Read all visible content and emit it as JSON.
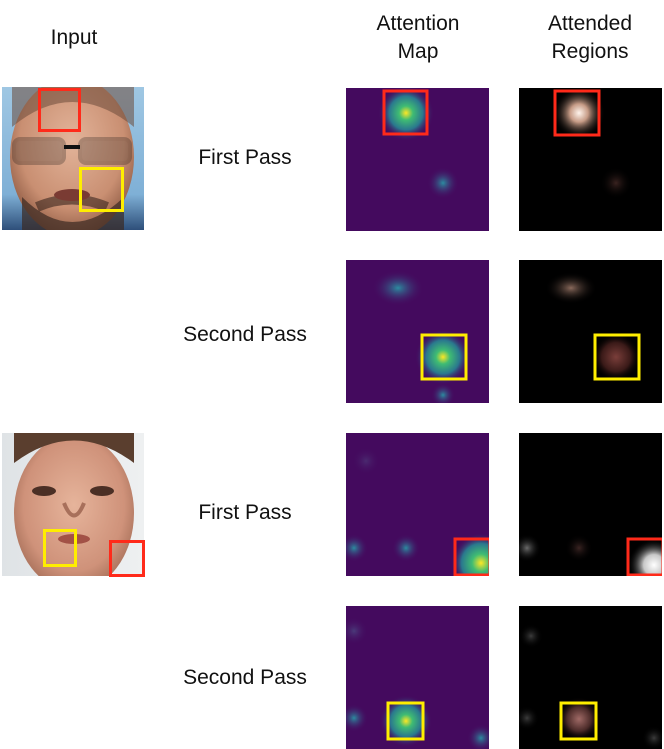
{
  "headers": {
    "input": "Input",
    "attention_map": [
      "Attention",
      "Map"
    ],
    "attended_regions": [
      "Attended",
      "Regions"
    ]
  },
  "rows": [
    {
      "label": "First Pass"
    },
    {
      "label": "Second Pass"
    },
    {
      "label": "First Pass"
    },
    {
      "label": "Second Pass"
    }
  ],
  "colors": {
    "attention_background": "#440a5e",
    "box_red": "#ff2a1a",
    "box_yellow": "#ffee00",
    "regions_background": "#000000"
  }
}
